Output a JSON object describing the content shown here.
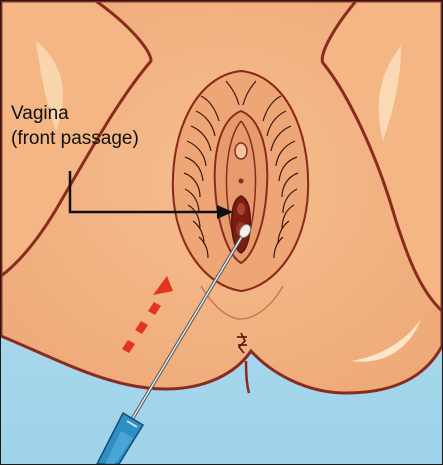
{
  "label": {
    "line1": "Vagina",
    "line2": "(front passage)"
  },
  "colors": {
    "background": "#a8d8ec",
    "skin": "#f1b283",
    "skin_shadow": "#e39a6a",
    "outline": "#8a2b1e",
    "dark_red": "#7a1d13",
    "arrow_red": "#e3341f",
    "highlight": "#fbe8c8",
    "syringe": "#2f8fc4",
    "pointer": "#111111"
  },
  "icons": {
    "pointer": "pointer-arrow",
    "direction": "dashed-arrow-up-right",
    "tool": "swab-applicator"
  }
}
